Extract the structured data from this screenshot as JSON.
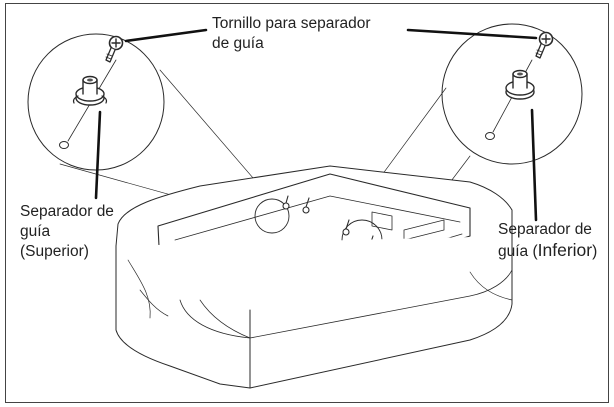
{
  "labels": {
    "screw": {
      "line1": "Tornillo para separador",
      "line2": "de guía"
    },
    "guide_upper": {
      "line1": "Separador de",
      "line2": "guía",
      "line3": "(Superior)"
    },
    "guide_lower": {
      "line1": "Separador de",
      "line2_prefix": "guía (",
      "line2_word": "Inferior",
      "line2_suffix": ")"
    }
  },
  "colors": {
    "line": "#2a2a2a",
    "leader": "#111111",
    "background": "#ffffff"
  }
}
